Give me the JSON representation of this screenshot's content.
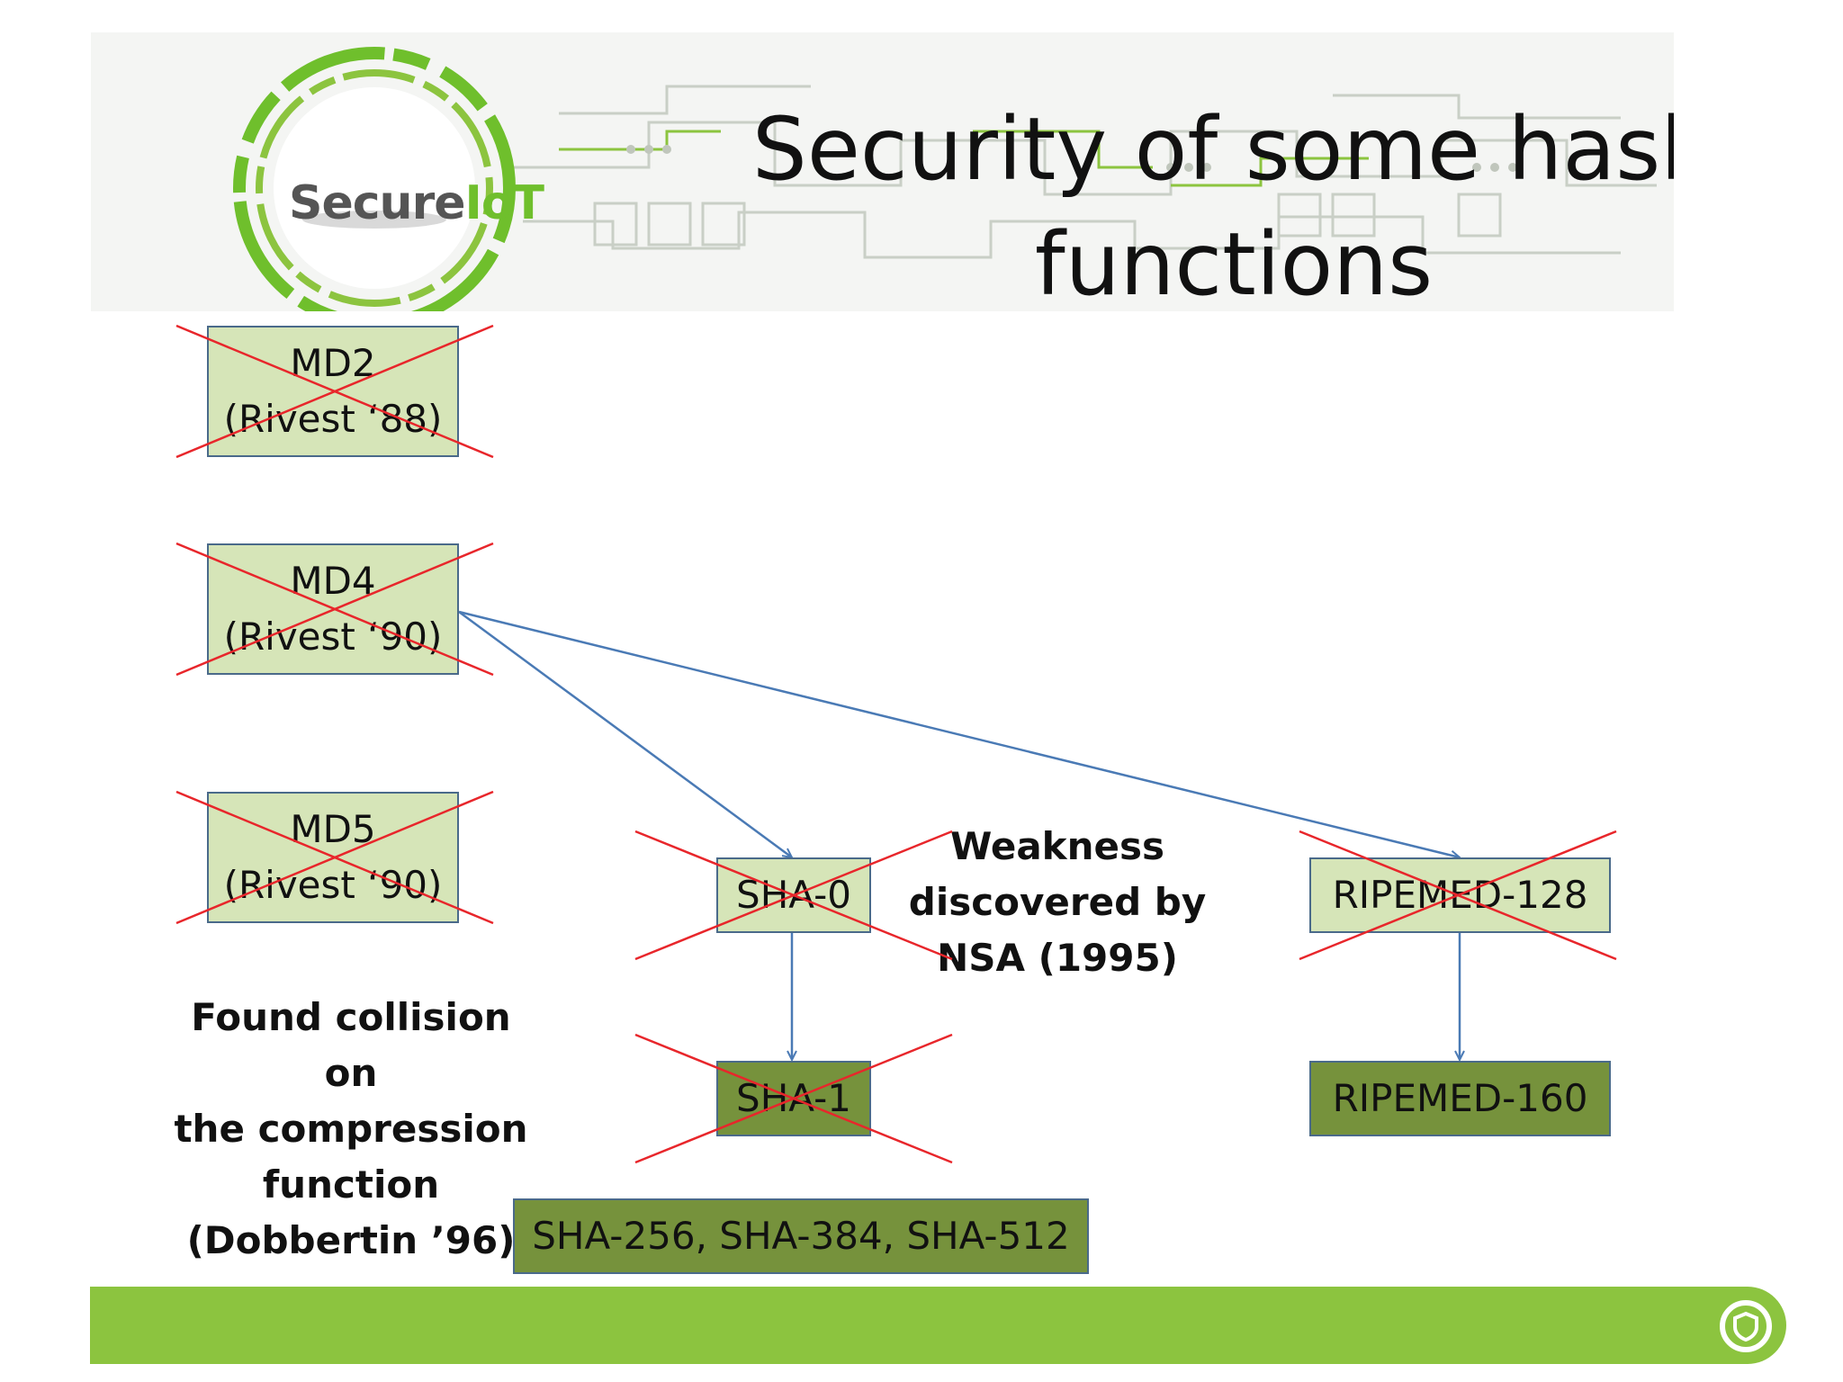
{
  "slide": {
    "title": "Security of some hash\nfunctions",
    "logo_text": {
      "main": "Secure",
      "accent": "IoT"
    }
  },
  "nodes": {
    "md2": {
      "label": "MD2\n(Rivest ‘88)",
      "broken": true
    },
    "md4": {
      "label": "MD4\n(Rivest ‘90)",
      "broken": true
    },
    "md5": {
      "label": "MD5\n(Rivest ‘90)",
      "broken": true
    },
    "sha0": {
      "label": "SHA-0",
      "broken": true
    },
    "sha1": {
      "label": "SHA-1",
      "broken": true
    },
    "ripemd128": {
      "label": "RIPEMED-128",
      "broken": true
    },
    "ripemd160": {
      "label": "RIPEMED-160",
      "broken": false
    },
    "sha2": {
      "label": "SHA-256, SHA-384, SHA-512",
      "broken": false
    }
  },
  "edges": [
    {
      "from": "md4",
      "to": "sha0"
    },
    {
      "from": "md4",
      "to": "ripemd128"
    },
    {
      "from": "sha0",
      "to": "sha1"
    },
    {
      "from": "ripemd128",
      "to": "ripemd160"
    }
  ],
  "notes": {
    "nsa": "Weakness\ndiscovered by\nNSA (1995)",
    "dobbertin": "Found collision on\nthe compression\nfunction\n(Dobbertin ’96)"
  },
  "colors": {
    "light_node": "#d6e5b8",
    "dark_node": "#76923c",
    "edge": "#4a7ab5",
    "cross": "#e8262b",
    "footer": "#8cc43f",
    "logo_green": "#6fbf2c"
  },
  "icons": {
    "footer": "shield-icon"
  }
}
